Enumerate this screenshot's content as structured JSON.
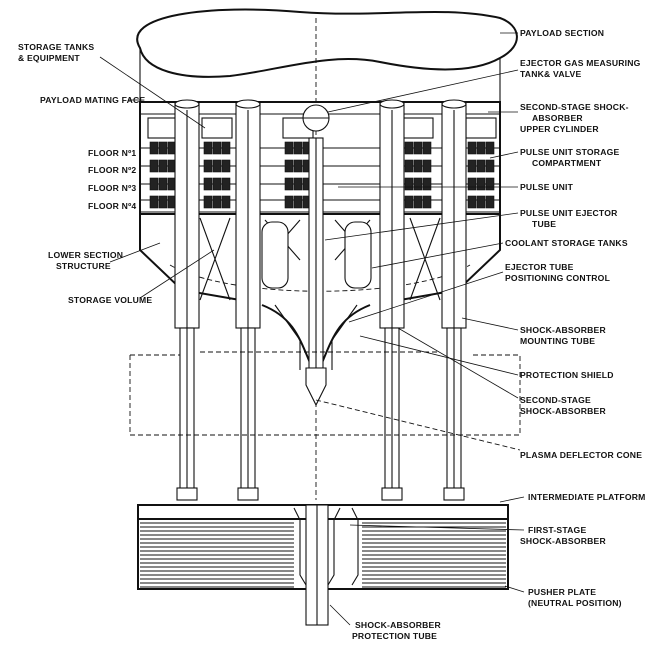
{
  "labels": {
    "payload_section": "PAYLOAD SECTION",
    "storage_tanks_1": "STORAGE TANKS",
    "storage_tanks_2": "& EQUIPMENT",
    "ejector_gas_1": "EJECTOR GAS MEASURING",
    "ejector_gas_2": "TANK& VALVE",
    "payload_mating_face": "PAYLOAD MATING FACE",
    "second_stage_upper_1": "SECOND-STAGE SHOCK-",
    "second_stage_upper_2": "ABSORBER",
    "second_stage_upper_3": "UPPER CYLINDER",
    "floor_1": "FLOOR Nº1",
    "floor_2": "FLOOR Nº2",
    "floor_3": "FLOOR Nº3",
    "floor_4": "FLOOR Nº4",
    "pulse_storage_1": "PULSE UNIT STORAGE",
    "pulse_storage_2": "COMPARTMENT",
    "pulse_unit": "PULSE UNIT",
    "pulse_ejector_1": "PULSE UNIT EJECTOR",
    "pulse_ejector_2": "TUBE",
    "lower_section_1": "LOWER SECTION",
    "lower_section_2": "STRUCTURE",
    "coolant_tanks": "COOLANT STORAGE TANKS",
    "storage_volume": "STORAGE VOLUME",
    "ejector_tube_pos_1": "EJECTOR TUBE",
    "ejector_tube_pos_2": "POSITIONING CONTROL",
    "mounting_tube_1": "SHOCK-ABSORBER",
    "mounting_tube_2": "MOUNTING TUBE",
    "protection_shield": "PROTECTION SHIELD",
    "second_stage_sa_1": "SECOND-STAGE",
    "second_stage_sa_2": "SHOCK-ABSORBER",
    "plasma_cone": "PLASMA DEFLECTOR CONE",
    "intermediate_platform": "INTERMEDIATE PLATFORM",
    "first_stage_1": "FIRST-STAGE",
    "first_stage_2": "SHOCK-ABSORBER",
    "pusher_plate_1": "PUSHER PLATE",
    "pusher_plate_2": "(NEUTRAL POSITION)",
    "protection_tube_1": "SHOCK-ABSORBER",
    "protection_tube_2": "PROTECTION TUBE"
  }
}
